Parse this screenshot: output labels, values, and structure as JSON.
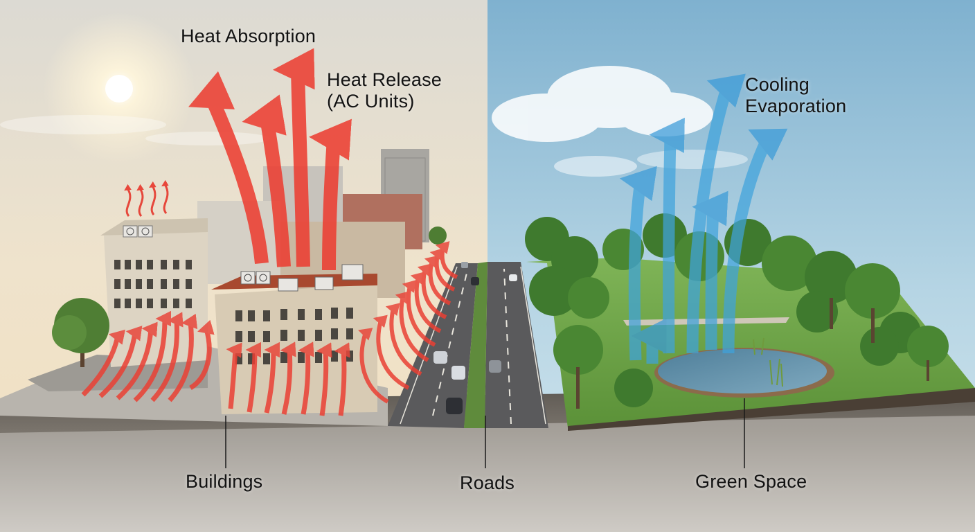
{
  "labels": {
    "heat_absorption": "Heat Absorption",
    "heat_release_line1": "Heat Release",
    "heat_release_line2": "(AC Units)",
    "cooling_line1": "Cooling",
    "cooling_line2": "Evaporation",
    "buildings": "Buildings",
    "roads": "Roads",
    "green_space": "Green Space"
  },
  "colors": {
    "heat_arrow": "#e8493d",
    "cool_arrow": "#3fa3dc",
    "sky_warm": "#efe3cc",
    "sky_cool": "#a9cfe2",
    "soil": "#6f6a63",
    "grass": "#6aa548"
  },
  "icons": [
    "sun-icon",
    "ac-unit-icon",
    "tree-icon",
    "car-icon",
    "cloud-icon"
  ]
}
